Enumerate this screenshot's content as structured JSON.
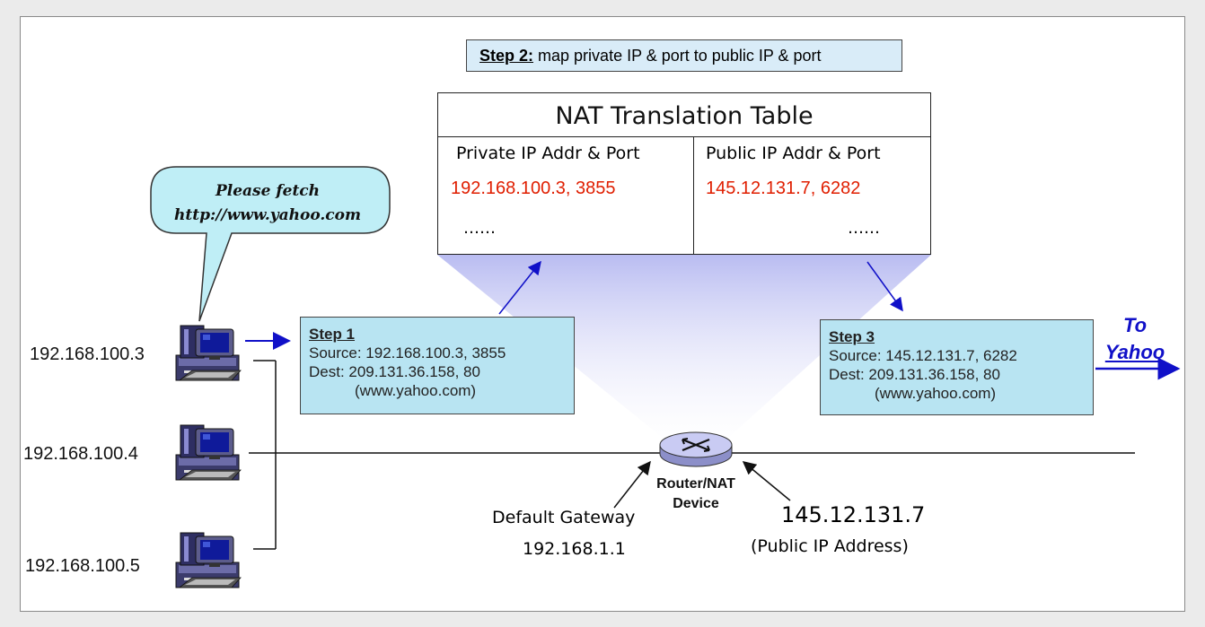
{
  "step2": {
    "label": "Step 2:",
    "text": "map private IP & port to public IP & port"
  },
  "nat_table": {
    "title": "NAT Translation Table",
    "headers": [
      "Private IP Addr & Port",
      "Public IP Addr & Port"
    ],
    "rows": [
      [
        "192.168.100.3, 3855",
        "145.12.131.7, 6282"
      ],
      [
        "……",
        "……"
      ]
    ]
  },
  "bubble": {
    "line1": "Please fetch",
    "line2": "http://www.yahoo.com"
  },
  "step1": {
    "title": "Step 1",
    "source": "Source: 192.168.100.3, 3855",
    "dest": "Dest: 209.131.36.158, 80",
    "host": "(www.yahoo.com)"
  },
  "step3": {
    "title": "Step 3",
    "source": "Source: 145.12.131.7, 6282",
    "dest": "Dest: 209.131.36.158, 80",
    "host": "(www.yahoo.com)"
  },
  "hosts": [
    "192.168.100.3",
    "192.168.100.4",
    "192.168.100.5"
  ],
  "to_yahoo": {
    "line1": "To",
    "line2": "Yahoo"
  },
  "router": {
    "line1": "Router/NAT",
    "line2": "Device"
  },
  "gateway": {
    "label": "Default Gateway",
    "ip": "192.168.1.1"
  },
  "public": {
    "ip": "145.12.131.7",
    "label": "(Public IP Address)"
  },
  "colors": {
    "table_red": "#e01e00",
    "step_box": "#b8e4f2",
    "step2_box": "#d9ecf8",
    "arrow_blue": "#1010c8",
    "bubble": "#bfeef6"
  },
  "icons": [
    "speech-bubble",
    "computer-icon",
    "router-icon"
  ]
}
